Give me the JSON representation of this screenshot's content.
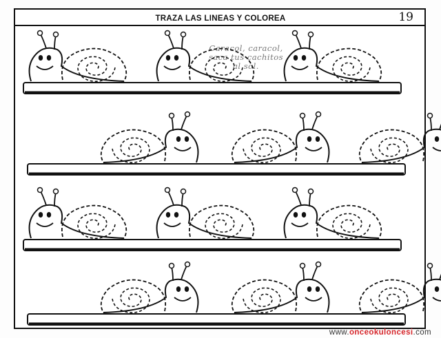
{
  "worksheet": {
    "title": "TRAZA LAS LINEAS Y COLOREA",
    "page_number": "19",
    "poem_lines": [
      "Caracol, caracol,",
      "saca tus cachitos",
      "al sol."
    ]
  },
  "rows": [
    {
      "direction": "right",
      "snail_count": 3
    },
    {
      "direction": "left",
      "snail_count": 3
    },
    {
      "direction": "right",
      "snail_count": 3
    },
    {
      "direction": "left",
      "snail_count": 3
    }
  ],
  "footer": {
    "url_prefix": "www.",
    "url_brand": "onceokuloncesi",
    "url_suffix": ".com"
  },
  "colors": {
    "ink": "#111111",
    "url_brand": "#d6262b"
  }
}
